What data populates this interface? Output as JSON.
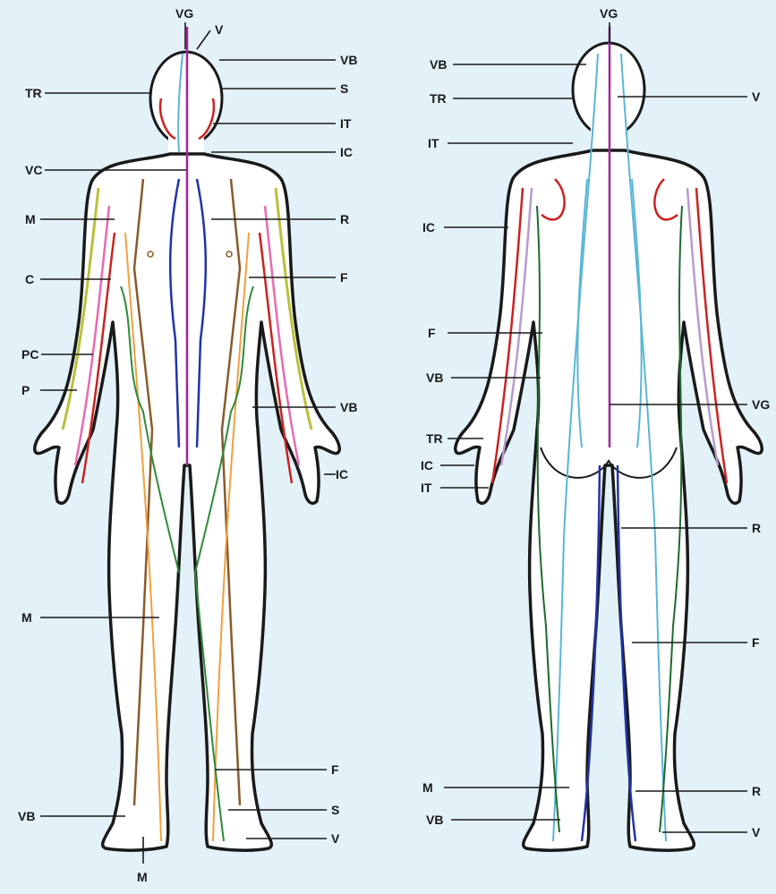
{
  "colors": {
    "background": "#e3f2f8",
    "outline": "#1a1a1a",
    "body_fill": "#ffffff",
    "meridian_VG": "#a0269a",
    "meridian_VC": "#a0269a",
    "meridian_R": "#2233aa",
    "meridian_V": "#5ab6d6",
    "meridian_VB": "#2e8a3a",
    "meridian_F": "#1e6b2e",
    "meridian_TR": "#cc2222",
    "meridian_IC": "#b89ad0",
    "meridian_IT": "#cc2222",
    "meridian_M": "#8a5a2a",
    "meridian_S": "#f0a040",
    "meridian_C": "#d44070",
    "meridian_PC": "#e86ab0",
    "meridian_P": "#b8c23a"
  },
  "front_view": {
    "labels": [
      "VG",
      "V",
      "VB",
      "TR",
      "S",
      "IT",
      "IC",
      "VC",
      "M",
      "R",
      "C",
      "F",
      "PC",
      "P",
      "VB",
      "IC",
      "M",
      "F",
      "VB",
      "S",
      "V",
      "M"
    ]
  },
  "back_view": {
    "labels": [
      "VG",
      "VB",
      "TR",
      "V",
      "IT",
      "IC",
      "F",
      "VB",
      "VG",
      "TR",
      "IC",
      "IT",
      "R",
      "F",
      "M",
      "R",
      "VB",
      "V"
    ]
  }
}
